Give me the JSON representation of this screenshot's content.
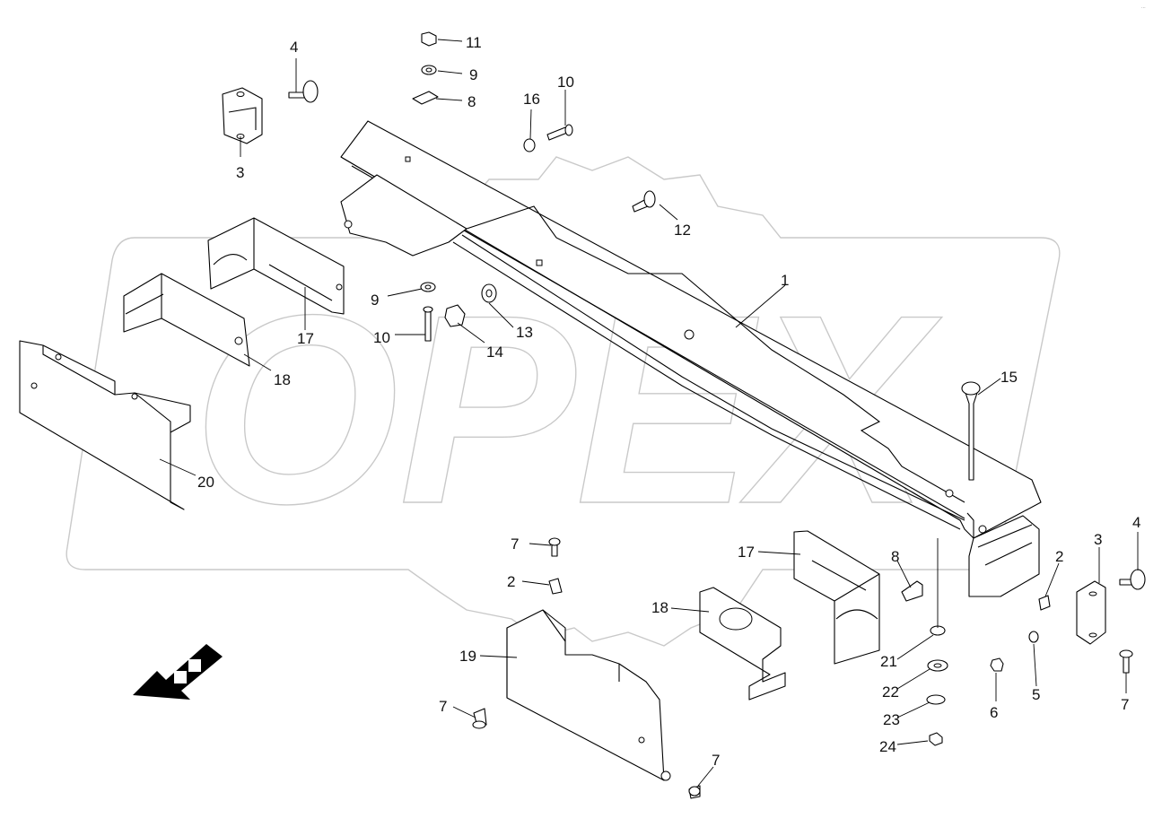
{
  "watermark": {
    "text": "OPEX"
  },
  "corner_mark": "···",
  "callouts": [
    {
      "id": "c11a",
      "label": "11"
    },
    {
      "id": "c9a",
      "label": "9"
    },
    {
      "id": "c8a",
      "label": "8"
    },
    {
      "id": "c4a",
      "label": "4"
    },
    {
      "id": "c3a",
      "label": "3"
    },
    {
      "id": "c16",
      "label": "16"
    },
    {
      "id": "c10a",
      "label": "10"
    },
    {
      "id": "c12",
      "label": "12"
    },
    {
      "id": "c1",
      "label": "1"
    },
    {
      "id": "c9b",
      "label": "9"
    },
    {
      "id": "c13",
      "label": "13"
    },
    {
      "id": "c10b",
      "label": "10"
    },
    {
      "id": "c14",
      "label": "14"
    },
    {
      "id": "c17a",
      "label": "17"
    },
    {
      "id": "c18a",
      "label": "18"
    },
    {
      "id": "c20",
      "label": "20"
    },
    {
      "id": "c15",
      "label": "15"
    },
    {
      "id": "c7a",
      "label": "7"
    },
    {
      "id": "c2a",
      "label": "2"
    },
    {
      "id": "c17b",
      "label": "17"
    },
    {
      "id": "c8b",
      "label": "8"
    },
    {
      "id": "c18b",
      "label": "18"
    },
    {
      "id": "c19",
      "label": "19"
    },
    {
      "id": "c7b",
      "label": "7"
    },
    {
      "id": "c7c",
      "label": "7"
    },
    {
      "id": "c21",
      "label": "21"
    },
    {
      "id": "c22",
      "label": "22"
    },
    {
      "id": "c23",
      "label": "23"
    },
    {
      "id": "c24",
      "label": "24"
    },
    {
      "id": "c6",
      "label": "6"
    },
    {
      "id": "c5",
      "label": "5"
    },
    {
      "id": "c2b",
      "label": "2"
    },
    {
      "id": "c3b",
      "label": "3"
    },
    {
      "id": "c4b",
      "label": "4"
    },
    {
      "id": "c7d",
      "label": "7"
    }
  ],
  "colors": {
    "line": "#000000",
    "watermark": "#c9c9c9",
    "background": "#ffffff"
  }
}
